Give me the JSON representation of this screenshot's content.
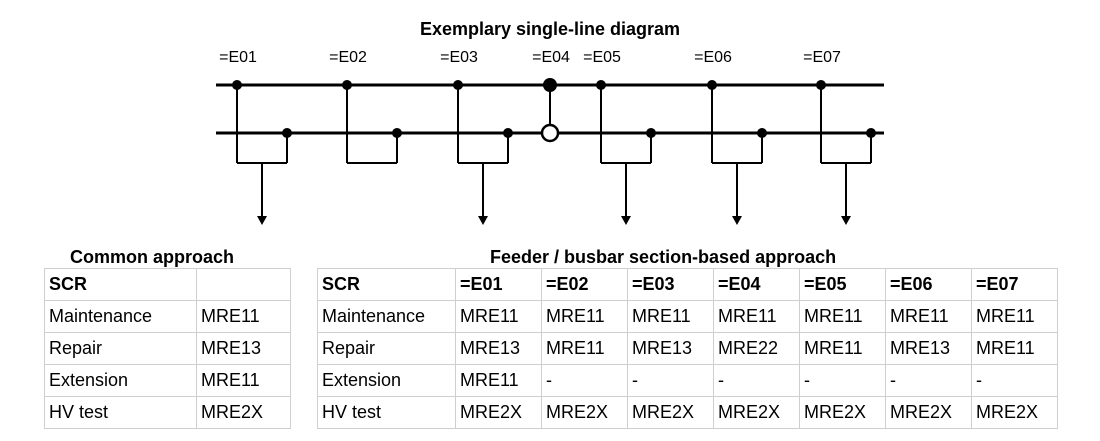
{
  "diagram": {
    "title": "Exemplary single-line diagram",
    "feeders": [
      {
        "label": "=E01",
        "type": "feeder",
        "bus2_link": true
      },
      {
        "label": "=E02",
        "type": "feeder",
        "bus2_link": false
      },
      {
        "label": "=E03",
        "type": "feeder",
        "bus2_link": true
      },
      {
        "label": "=E04",
        "type": "coupler"
      },
      {
        "label": "=E05",
        "type": "feeder",
        "bus2_link": true
      },
      {
        "label": "=E06",
        "type": "feeder",
        "bus2_link": true
      },
      {
        "label": "=E07",
        "type": "feeder",
        "bus2_link": true
      }
    ]
  },
  "common": {
    "title": "Common approach",
    "header": [
      "SCR",
      ""
    ],
    "rows": [
      [
        "Maintenance",
        "MRE11"
      ],
      [
        "Repair",
        "MRE13"
      ],
      [
        "Extension",
        "MRE11"
      ],
      [
        "HV test",
        "MRE2X"
      ]
    ]
  },
  "feeder_based": {
    "title": "Feeder / busbar section-based approach",
    "header": [
      "SCR",
      "=E01",
      "=E02",
      "=E03",
      "=E04",
      "=E05",
      "=E06",
      "=E07"
    ],
    "rows": [
      [
        "Maintenance",
        "MRE11",
        "MRE11",
        "MRE11",
        "MRE11",
        "MRE11",
        "MRE11",
        "MRE11"
      ],
      [
        "Repair",
        "MRE13",
        "MRE11",
        "MRE13",
        "MRE22",
        "MRE11",
        "MRE13",
        "MRE11"
      ],
      [
        "Extension",
        "MRE11",
        "-",
        "-",
        "-",
        "-",
        "-",
        "-"
      ],
      [
        "HV test",
        "MRE2X",
        "MRE2X",
        "MRE2X",
        "MRE2X",
        "MRE2X",
        "MRE2X",
        "MRE2X"
      ]
    ]
  }
}
